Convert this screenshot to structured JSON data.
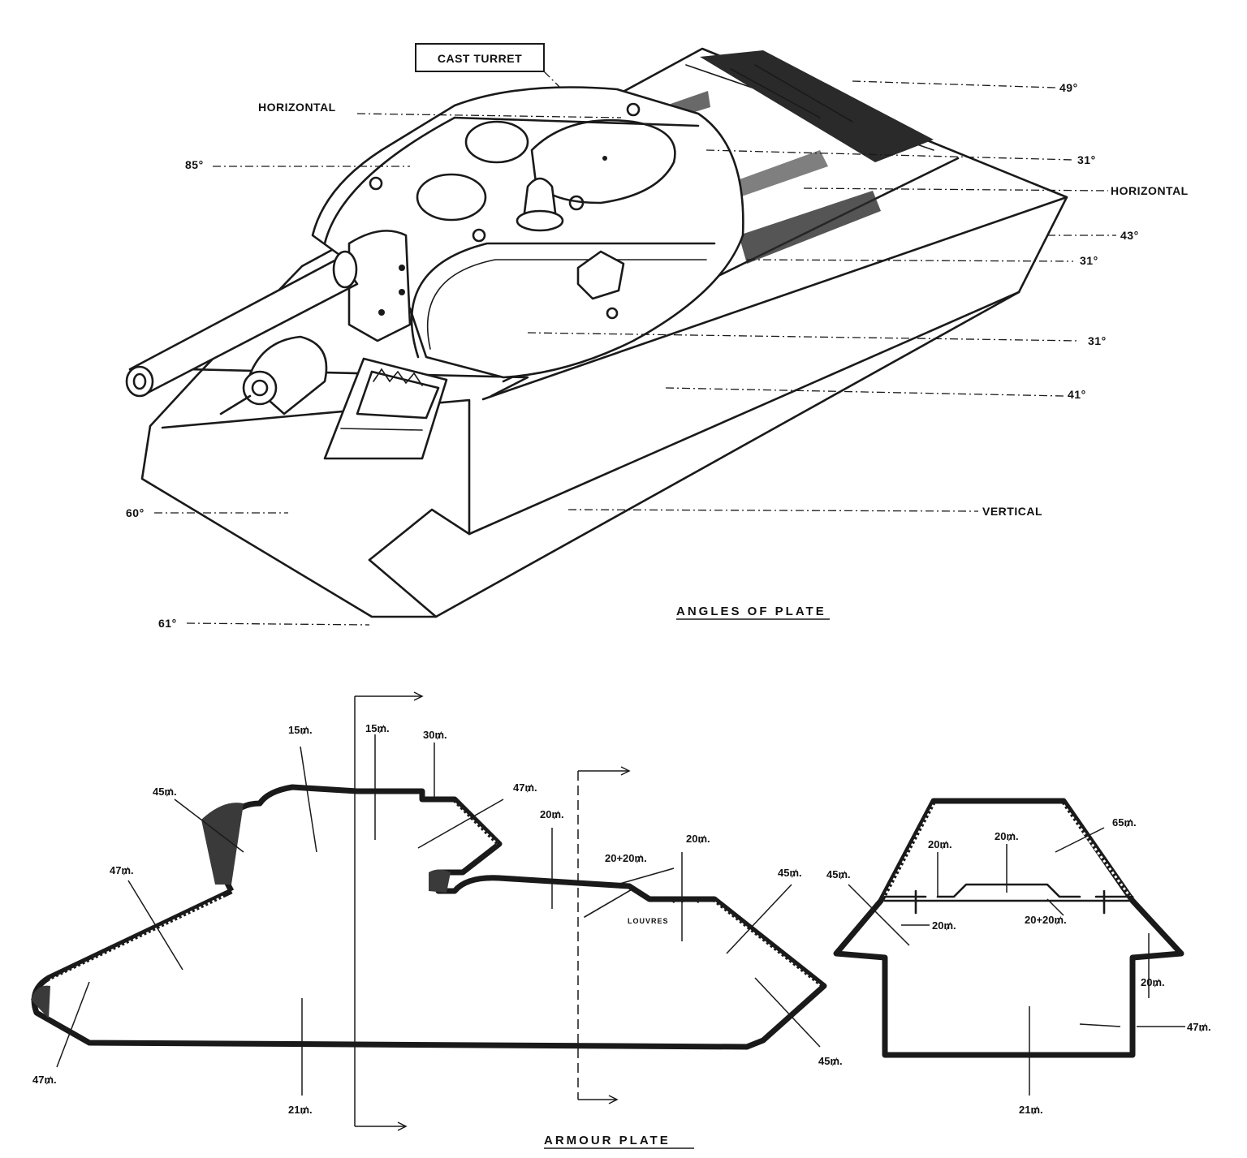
{
  "top_view": {
    "boxed_label": "CAST TURRET",
    "caption": "ANGLES OF PLATE",
    "labels": {
      "horizontal_turret": "HORIZONTAL",
      "a85": "85°",
      "a49": "49°",
      "a31_top": "31°",
      "horizontal_right": "HORIZONTAL",
      "a43": "43°",
      "a31_mid": "31°",
      "a31_low": "31°",
      "a41": "41°",
      "a60": "60°",
      "vertical": "VERTICAL",
      "a61": "61°"
    }
  },
  "sections": {
    "caption": "ARMOUR PLATE",
    "labels": {
      "t15_a": "15₥.",
      "t15_b": "15₥.",
      "t30": "30₥.",
      "t45_turret": "45₥.",
      "t47_upper": "47₥.",
      "t47_glacis": "47₥.",
      "t20_deck": "20₥.",
      "t20_20": "20+20₥.",
      "t20_vent": "20₥.",
      "louvres": "LOUVRES",
      "t45_rear_top": "45₥.",
      "t47_nose": "47₥.",
      "t21_belly": "21₥.",
      "t45_rear_low": "45₥.",
      "c65": "65₥.",
      "c20_l": "20₥.",
      "c20_c": "20₥.",
      "c45": "45₥.",
      "c20_bolt": "20₥.",
      "c20_20": "20+20₥.",
      "c20_side": "20₥.",
      "c47": "47₥.",
      "c21": "21₥."
    }
  }
}
